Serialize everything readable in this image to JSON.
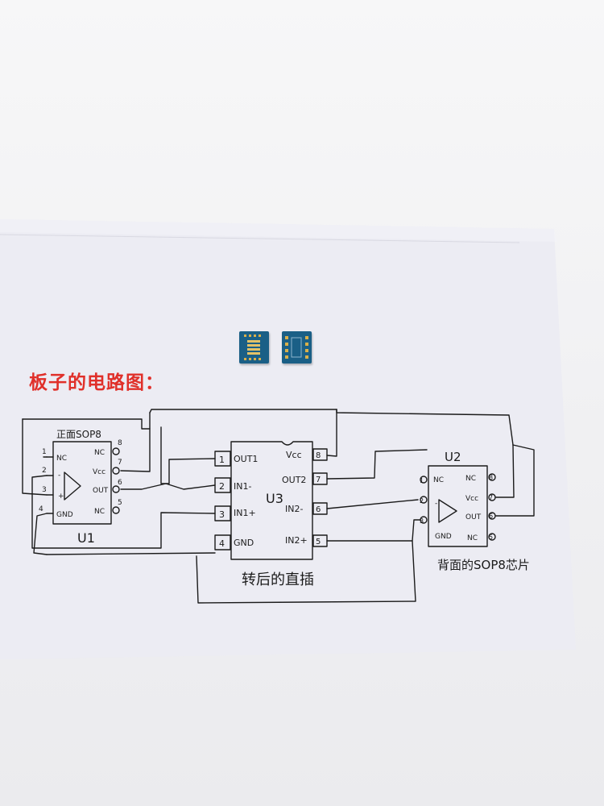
{
  "caption": "板子的电路图：",
  "chips": {
    "u1": {
      "name": "U1",
      "title": "正面SOP8",
      "left_pins": [
        {
          "num": "1",
          "label": "NC"
        },
        {
          "num": "2",
          "label": "-"
        },
        {
          "num": "3",
          "label": "+"
        },
        {
          "num": "4",
          "label": "GND"
        }
      ],
      "right_pins": [
        {
          "num": "8",
          "label": "NC"
        },
        {
          "num": "7",
          "label": "Vcc"
        },
        {
          "num": "6",
          "label": "OUT"
        },
        {
          "num": "5",
          "label": "NC"
        }
      ]
    },
    "u3": {
      "name": "U3",
      "left_pins": [
        {
          "num": "1",
          "label": "OUT1"
        },
        {
          "num": "2",
          "label": "IN1-"
        },
        {
          "num": "3",
          "label": "IN1+"
        },
        {
          "num": "4",
          "label": "GND"
        }
      ],
      "right_pins": [
        {
          "num": "8",
          "label": "Vcc"
        },
        {
          "num": "7",
          "label": "OUT2"
        },
        {
          "num": "6",
          "label": "IN2-"
        },
        {
          "num": "5",
          "label": "IN2+"
        }
      ],
      "caption": "转后的直插"
    },
    "u2": {
      "name": "U2",
      "left_pins": [
        {
          "num": "1",
          "label": "NC"
        },
        {
          "num": "2",
          "label": "-"
        },
        {
          "num": "3",
          "label": "GND"
        }
      ],
      "right_pins": [
        {
          "num": "8",
          "label": "NC"
        },
        {
          "num": "7",
          "label": "Vcc"
        },
        {
          "num": "6",
          "label": "OUT"
        },
        {
          "num": "5",
          "label": "NC"
        }
      ],
      "caption": "背面的SOP8芯片"
    }
  },
  "colors": {
    "caption": "#e0302a",
    "board": "#1a5f86",
    "ink": "#1b1b1b",
    "paper": "#eeeef4"
  }
}
